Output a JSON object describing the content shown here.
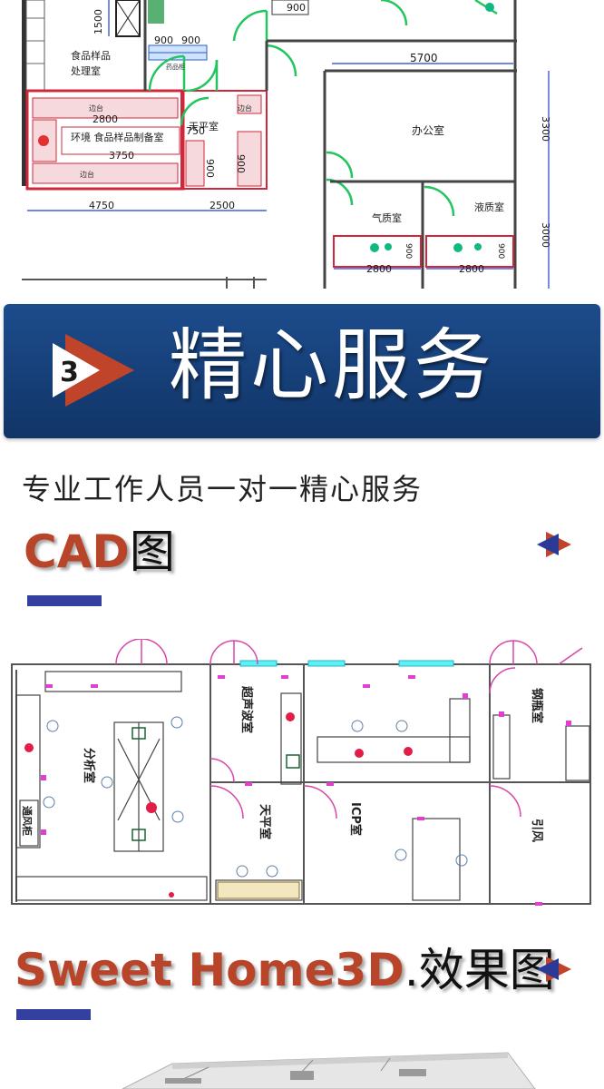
{
  "top_plan": {
    "rooms": {
      "food_sample_processing_1": "食品样品",
      "food_sample_processing_2": "处理室",
      "environment_food_prep": "环境  食品样品制备室",
      "balance_room": "天平室",
      "office": "办公室",
      "gas_chromatography": "气质室",
      "liquid_chromatography": "液质室"
    },
    "labels": {
      "bench_top": "边台",
      "bench_bottom": "边台",
      "bench_mid": "边台",
      "fume": "药品柜"
    },
    "dims": {
      "d900a": "900",
      "d900b": "900",
      "d900c": "900",
      "d1500": "1500",
      "d2800": "2800",
      "d3750": "3750",
      "d750": "750",
      "d900d": "900",
      "d900e": "900",
      "d4750": "4750",
      "d2500": "2500",
      "d5700": "5700",
      "d3300": "3300",
      "d3000": "3000",
      "d2800b": "2800",
      "d2800c": "2800",
      "d900f": "900",
      "d900g": "900"
    }
  },
  "banner": {
    "number": "3",
    "title": "精心服务"
  },
  "subtitle": "专业工作人员一对一精心服务",
  "cad_section": {
    "title_en": "CAD",
    "title_cn": "图"
  },
  "cad_plan": {
    "rooms": {
      "analysis": "分析室",
      "ultrasound": "超声波室",
      "balance": "天平室",
      "icp": "ICP室",
      "steel_cylinder": "钢瓶室",
      "induced_draft": "引风",
      "vent_cabinet": "通风柜"
    }
  },
  "sweet_home_section": {
    "title_en": "Sweet Home3D",
    "title_cn": ".效果图"
  },
  "colors": {
    "banner": "#1a4682",
    "accent_red": "#b8442a",
    "accent_blue": "#3340a0",
    "wall_green": "#22c55e"
  }
}
